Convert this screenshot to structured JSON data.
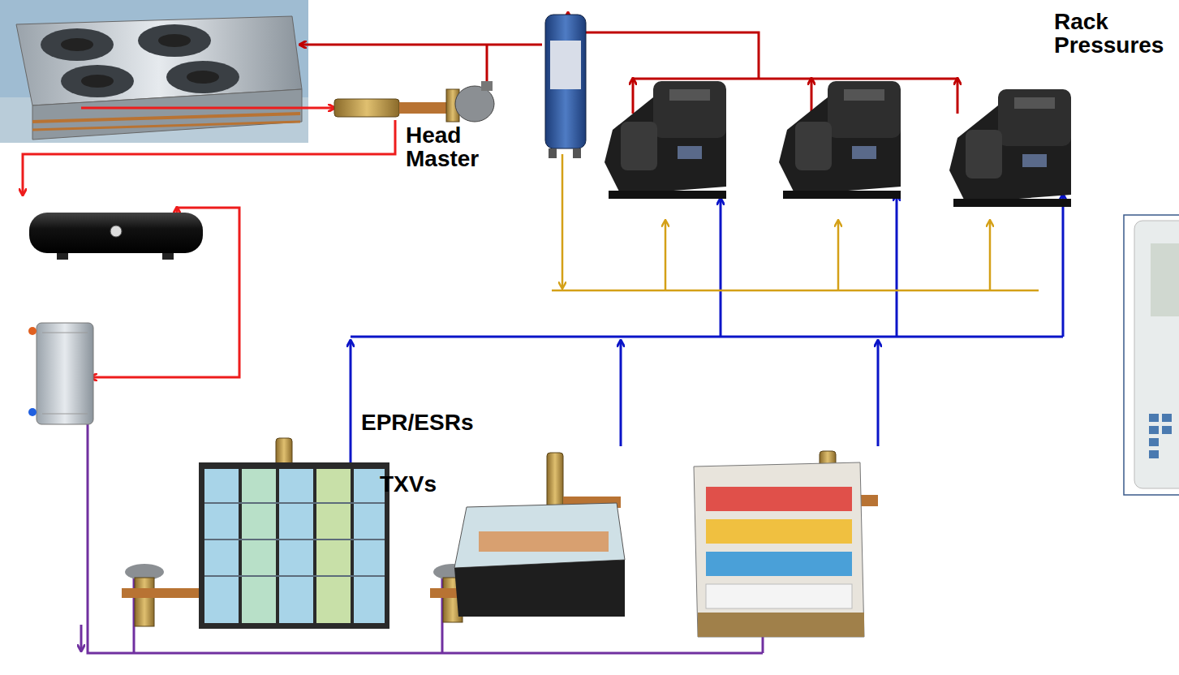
{
  "diagram": {
    "labels": [
      "Rack Pressures",
      "Head Master",
      "EPR/ESRs",
      "TXVs"
    ]
  }
}
